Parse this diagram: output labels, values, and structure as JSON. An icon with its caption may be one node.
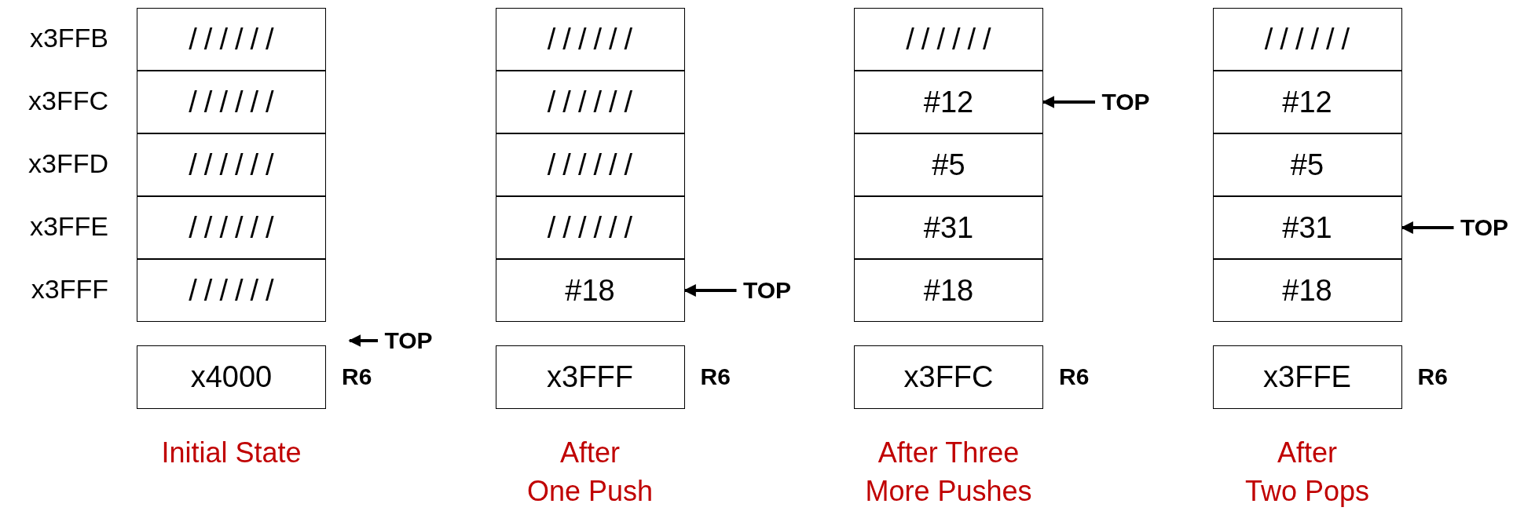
{
  "diagram": {
    "nodes": [
      {
        "text": [
          "//////"
        ]
      },
      {
        "text": [
          "//////"
        ]
      },
      {
        "text": [
          "//////"
        ]
      },
      {
        "text": [
          "//////"
        ]
      },
      {
        "text": [
          "//////"
        ]
      },
      {
        "text": [
          "x4000"
        ],
        "beside": [
          "R6"
        ]
      },
      {
        "text": [
          "TOP"
        ]
      },
      {
        "text": [
          "//////"
        ]
      },
      {
        "text": [
          "//////"
        ]
      },
      {
        "text": [
          "//////"
        ]
      },
      {
        "text": [
          "//////"
        ]
      },
      {
        "text": [
          "#18"
        ]
      },
      {
        "text": [
          "x3FFF"
        ],
        "beside": [
          "R6"
        ]
      },
      {
        "text": [
          "TOP"
        ]
      },
      {
        "text": [
          "//////"
        ]
      },
      {
        "text": [
          "#12"
        ]
      },
      {
        "text": [
          "#5"
        ]
      },
      {
        "text": [
          "#31"
        ]
      },
      {
        "text": [
          "#18"
        ]
      },
      {
        "text": [
          "x3FFC"
        ],
        "beside": [
          "R6"
        ]
      },
      {
        "text": [
          "TOP"
        ]
      },
      {
        "text": [
          "//////"
        ]
      },
      {
        "text": [
          "#12"
        ]
      },
      {
        "text": [
          "#5"
        ]
      },
      {
        "text": [
          "#31"
        ]
      },
      {
        "text": [
          "#18"
        ]
      },
      {
        "text": [
          "x3FFE"
        ],
        "beside": [
          "R6"
        ]
      },
      {
        "text": [
          "TOP"
        ]
      }
    ],
    "edges": [
      {
        "from": 6,
        "to": null,
        "arrow": "to"
      },
      {
        "from": 13,
        "to": 11,
        "arrow": "to"
      },
      {
        "from": 20,
        "to": 15,
        "arrow": "to"
      },
      {
        "from": 27,
        "to": 24,
        "arrow": "to"
      }
    ],
    "labels": [
      "x3FFB",
      "x3FFC",
      "x3FFD",
      "x3FFE",
      "x3FFF",
      "Initial State",
      "After One Push",
      "After Three More Pushes",
      "After Two Pops"
    ]
  }
}
